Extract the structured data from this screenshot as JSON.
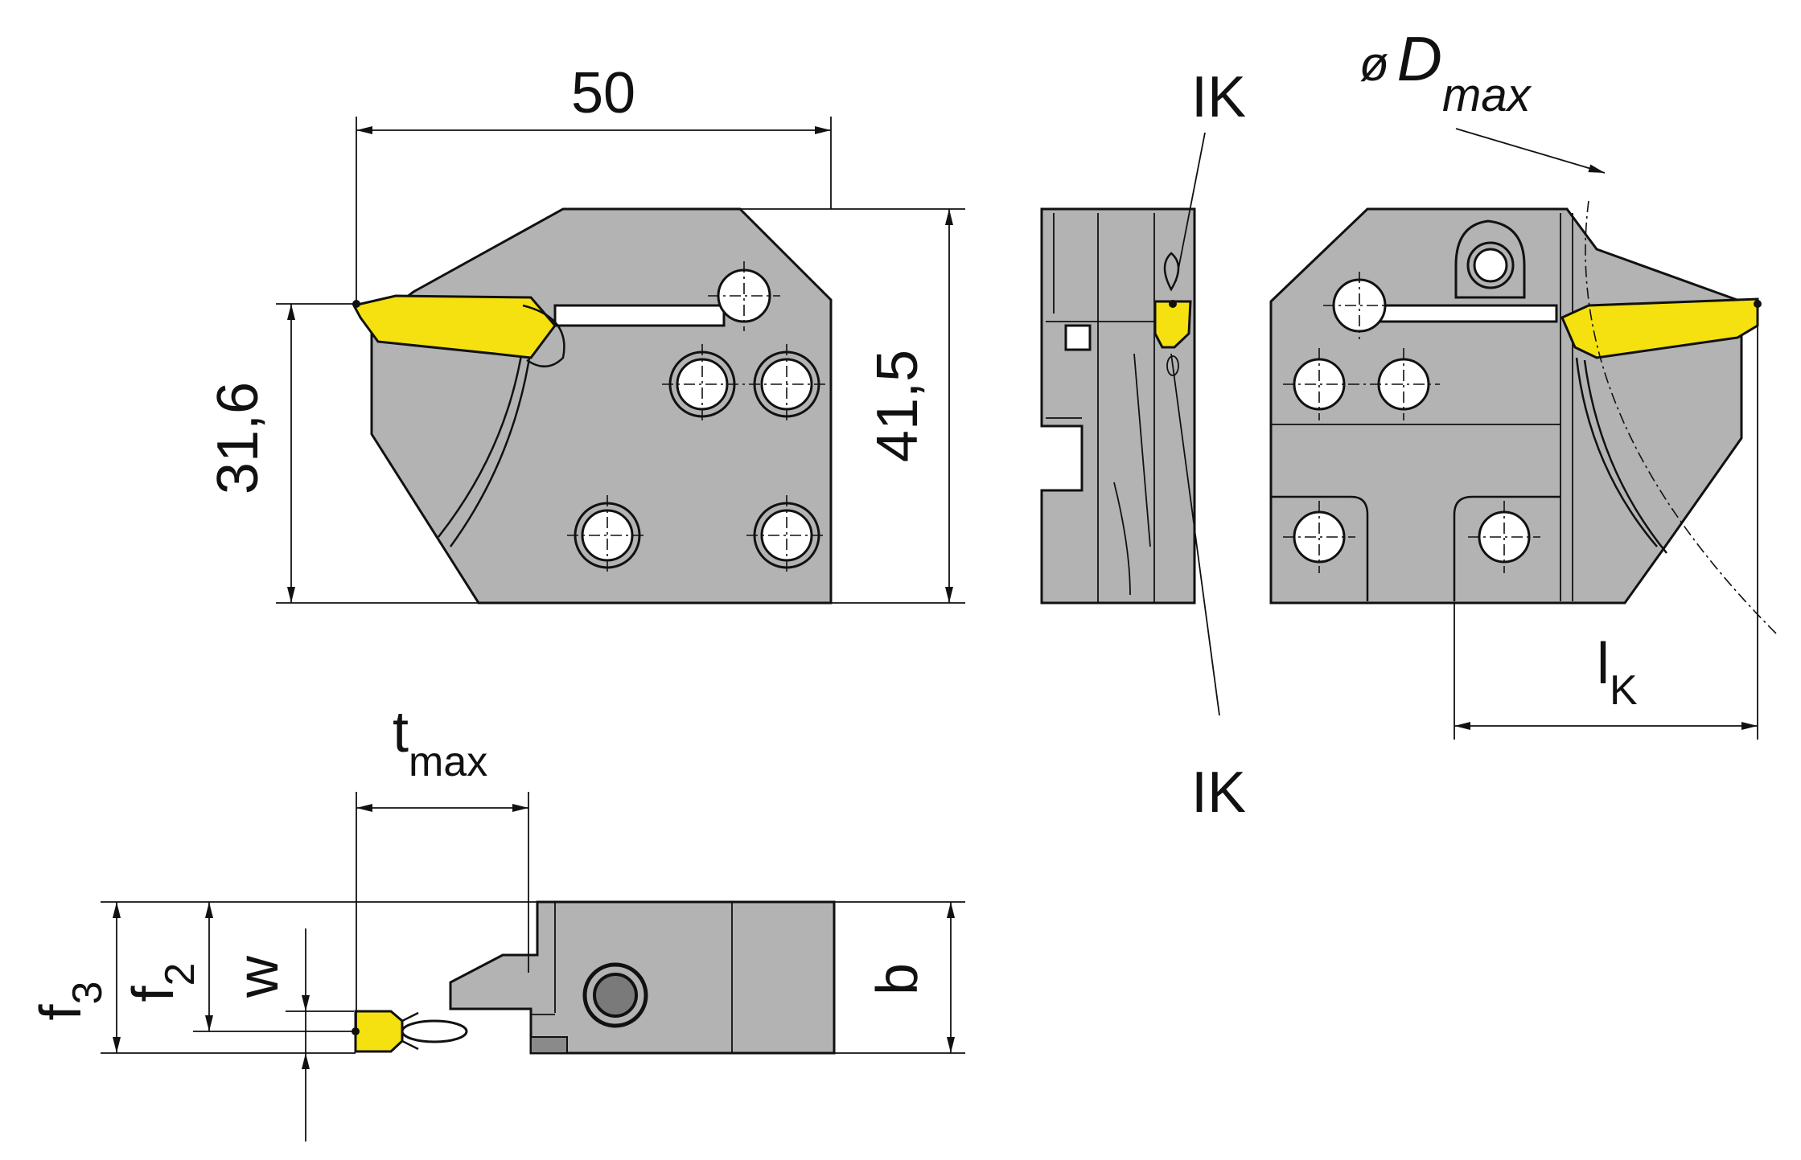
{
  "labels": {
    "width": "50",
    "height": "41,5",
    "cutting_height": "31,6",
    "ik_top": "IK",
    "ik_bottom": "IK",
    "dmax_sym": "ø",
    "dmax_main": "D",
    "dmax_sub": "max",
    "tmax_main": "t",
    "tmax_sub": "max",
    "lk_main": "l",
    "lk_sub": "K",
    "f3_main": "f",
    "f3_sub": "3",
    "f2_main": "f",
    "f2_sub": "2",
    "w": "w",
    "b": "b"
  },
  "colors": {
    "body": "#b3b3b3",
    "insert": "#f5e10f",
    "line": "#111111"
  }
}
